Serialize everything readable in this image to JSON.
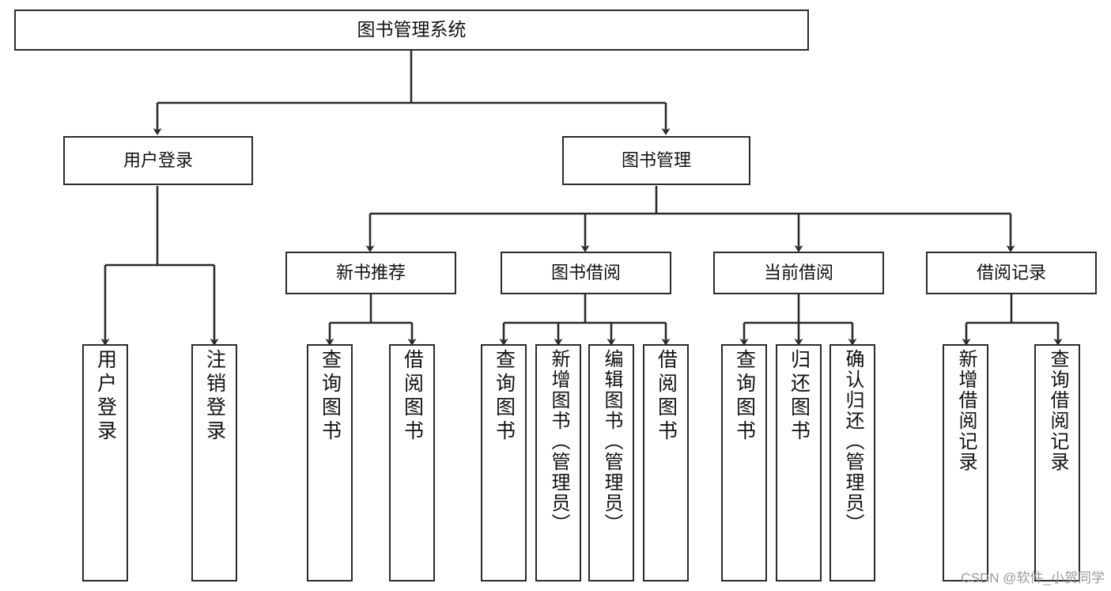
{
  "diagram": {
    "title": "图书管理系统",
    "type": "tree-hierarchy",
    "watermark": "CSDN @软件_小贺同学",
    "colors": {
      "box_border": "#2b2b2b",
      "box_fill": "#ffffff",
      "edge": "#2b2b2b",
      "text": "#111111",
      "watermark": "#9a9a9a"
    },
    "nodes": {
      "root": {
        "label": "图书管理系统"
      },
      "level1": [
        {
          "label": "用户登录"
        },
        {
          "label": "图书管理"
        }
      ],
      "level2": [
        {
          "label": "新书推荐"
        },
        {
          "label": "图书借阅"
        },
        {
          "label": "当前借阅"
        },
        {
          "label": "借阅记录"
        }
      ],
      "leaves_user_login": [
        {
          "label": "用户登录"
        },
        {
          "label": "注销登录"
        }
      ],
      "leaves_new_books": [
        {
          "label": "查询图书"
        },
        {
          "label": "借阅图书"
        }
      ],
      "leaves_borrow": [
        {
          "label": "查询图书"
        },
        {
          "label": "新增图书（管理员）"
        },
        {
          "label": "编辑图书（管理员）"
        },
        {
          "label": "借阅图书"
        }
      ],
      "leaves_current": [
        {
          "label": "查询图书"
        },
        {
          "label": "归还图书"
        },
        {
          "label": "确认归还（管理员）"
        }
      ],
      "leaves_records": [
        {
          "label": "新增借阅记录"
        },
        {
          "label": "查询借阅记录"
        }
      ]
    }
  }
}
